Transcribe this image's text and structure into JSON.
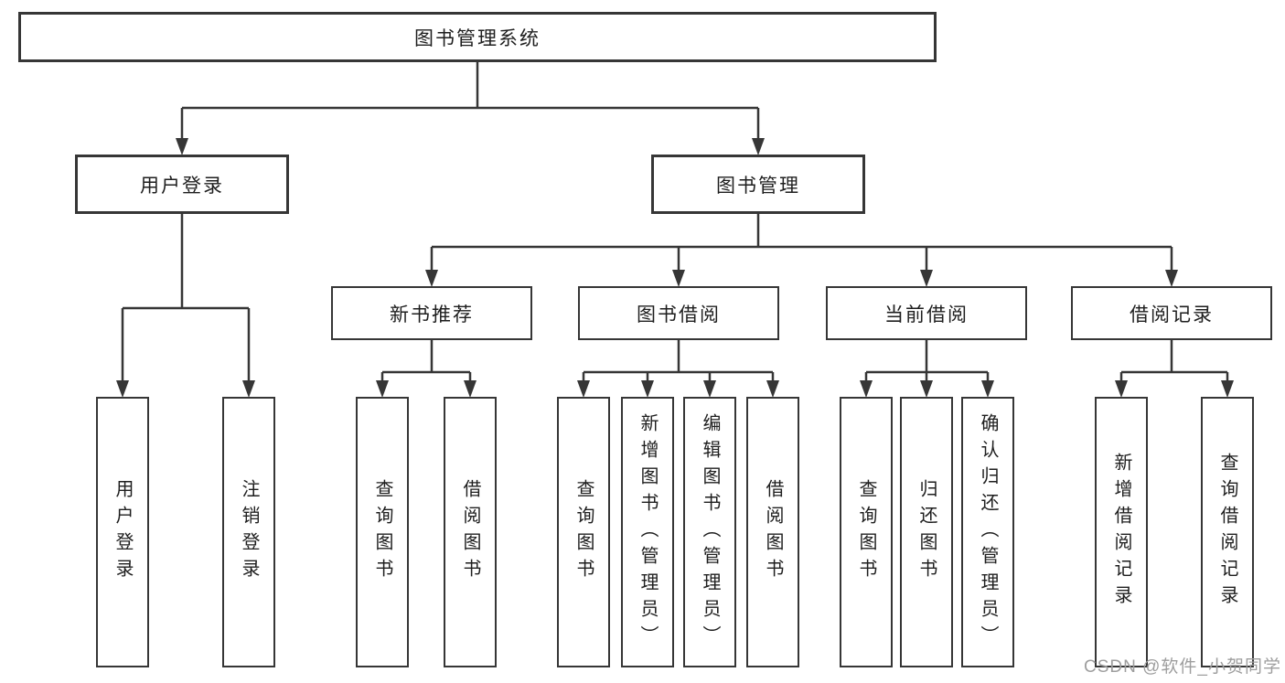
{
  "diagram": {
    "root": {
      "label": "图书管理系统"
    },
    "level2": [
      {
        "label": "用户登录"
      },
      {
        "label": "图书管理"
      }
    ],
    "level3": [
      {
        "label": "新书推荐"
      },
      {
        "label": "图书借阅"
      },
      {
        "label": "当前借阅"
      },
      {
        "label": "借阅记录"
      }
    ],
    "leaves": [
      "用户登录",
      "注销登录",
      "查询图书",
      "借阅图书",
      "查询图书",
      "新增图书（管理员）",
      "编辑图书（管理员）",
      "借阅图书",
      "查询图书",
      "归还图书",
      "确认归还（管理员）",
      "新增借阅记录",
      "查询借阅记录"
    ]
  },
  "watermark": {
    "text": "CSDN @软件_小贺同学"
  },
  "colors": {
    "line": "#363636",
    "text": "#1e1e1e",
    "watermark": "#9e9e9e",
    "background": "#ffffff"
  }
}
